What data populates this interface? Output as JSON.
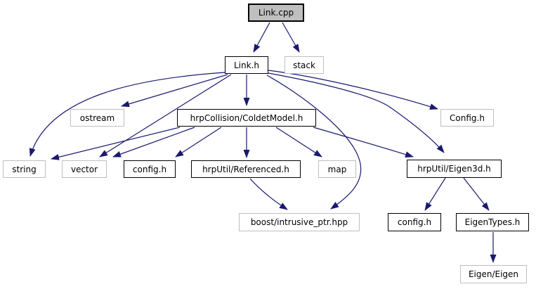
{
  "diagram": {
    "title": "Link.cpp include dependency graph",
    "type": "include-dependency-graph",
    "background_color": "#ffffff",
    "edge_color": "#191970",
    "documented_node_border_color": "#000000",
    "external_node_border_color": "#bfbfbf",
    "root_node_fill_color": "#bfbfbf",
    "node_fill_color": "#ffffff"
  },
  "nodes": [
    {
      "id": "link_cpp",
      "label": "Link.cpp",
      "kind": "root"
    },
    {
      "id": "link_h",
      "label": "Link.h",
      "kind": "documented"
    },
    {
      "id": "stack",
      "label": "stack",
      "kind": "external"
    },
    {
      "id": "ostream",
      "label": "ostream",
      "kind": "external"
    },
    {
      "id": "coldetmodel",
      "label": "hrpCollision/ColdetModel.h",
      "kind": "documented"
    },
    {
      "id": "config_caps",
      "label": "Config.h",
      "kind": "external"
    },
    {
      "id": "string",
      "label": "string",
      "kind": "external"
    },
    {
      "id": "vector",
      "label": "vector",
      "kind": "external"
    },
    {
      "id": "config1",
      "label": "config.h",
      "kind": "documented"
    },
    {
      "id": "referenced",
      "label": "hrpUtil/Referenced.h",
      "kind": "documented"
    },
    {
      "id": "map",
      "label": "map",
      "kind": "external"
    },
    {
      "id": "eigen3d",
      "label": "hrpUtil/Eigen3d.h",
      "kind": "documented"
    },
    {
      "id": "boost_ptr",
      "label": "boost/intrusive_ptr.hpp",
      "kind": "external"
    },
    {
      "id": "config2",
      "label": "config.h",
      "kind": "documented"
    },
    {
      "id": "eigentypes",
      "label": "EigenTypes.h",
      "kind": "documented"
    },
    {
      "id": "eigen_eigen",
      "label": "Eigen/Eigen",
      "kind": "external"
    }
  ],
  "edges": [
    {
      "from": "link_cpp",
      "to": "link_h"
    },
    {
      "from": "link_cpp",
      "to": "stack"
    },
    {
      "from": "link_h",
      "to": "ostream"
    },
    {
      "from": "link_h",
      "to": "string"
    },
    {
      "from": "link_h",
      "to": "vector"
    },
    {
      "from": "link_h",
      "to": "coldetmodel"
    },
    {
      "from": "link_h",
      "to": "config_caps"
    },
    {
      "from": "link_h",
      "to": "eigen3d"
    },
    {
      "from": "link_h",
      "to": "boost_ptr"
    },
    {
      "from": "coldetmodel",
      "to": "string"
    },
    {
      "from": "coldetmodel",
      "to": "vector"
    },
    {
      "from": "coldetmodel",
      "to": "config1"
    },
    {
      "from": "coldetmodel",
      "to": "referenced"
    },
    {
      "from": "coldetmodel",
      "to": "map"
    },
    {
      "from": "coldetmodel",
      "to": "eigen3d"
    },
    {
      "from": "referenced",
      "to": "boost_ptr"
    },
    {
      "from": "eigen3d",
      "to": "config2"
    },
    {
      "from": "eigen3d",
      "to": "eigentypes"
    },
    {
      "from": "eigentypes",
      "to": "eigen_eigen"
    }
  ]
}
